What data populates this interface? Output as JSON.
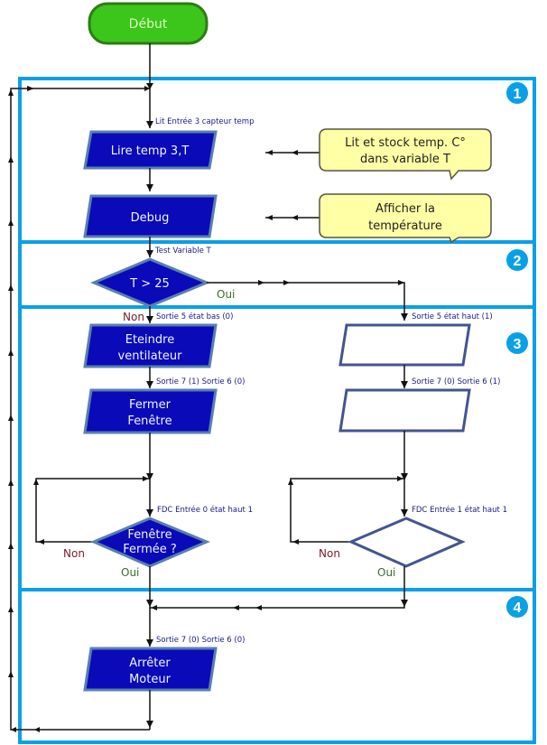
{
  "diagram": {
    "start": {
      "label": "Début",
      "color": "#3cc51a"
    },
    "sections": [
      {
        "number": "1"
      },
      {
        "number": "2"
      },
      {
        "number": "3"
      },
      {
        "number": "4"
      }
    ],
    "frame_color": "#0aa0e6",
    "block_color": "#0a0ab8",
    "blocks": {
      "read_temp": "Lire temp 3,T",
      "debug": "Debug",
      "decision_temp": "T > 25",
      "fan_off_line1": "Eteindre",
      "fan_off_line2": "ventilateur",
      "close_window_line1": "Fermer",
      "close_window_line2": "Fenêtre",
      "window_closed_line1": "Fenêtre",
      "window_closed_line2": "Fermée ?",
      "stop_motor_line1": "Arrêter",
      "stop_motor_line2": "Moteur",
      "empty_block_1": "",
      "empty_block_2": "",
      "empty_decision": ""
    },
    "notes": {
      "read_note_line1": "Lit et stock temp. C°",
      "read_note_line2": "dans variable T",
      "debug_note_line1": "Afficher la",
      "debug_note_line2": "température"
    },
    "annotations": {
      "read_input": "Lit Entrée 3 capteur temp",
      "test_var": "Test Variable T",
      "out5_low": "Sortie 5 état bas (0)",
      "out5_high": "Sortie 5 état haut (1)",
      "out7_1_out6_0": "Sortie 7 (1) Sortie 6 (0)",
      "out7_0_out6_1": "Sortie 7 (0) Sortie 6 (1)",
      "fdc_in0": "FDC Entrée 0 état haut 1",
      "fdc_in1": "FDC Entrée 1 état haut 1",
      "out7_0_out6_0": "Sortie 7 (0) Sortie 6 (0)"
    },
    "branch_labels": {
      "yes": "Oui",
      "no": "Non"
    }
  }
}
